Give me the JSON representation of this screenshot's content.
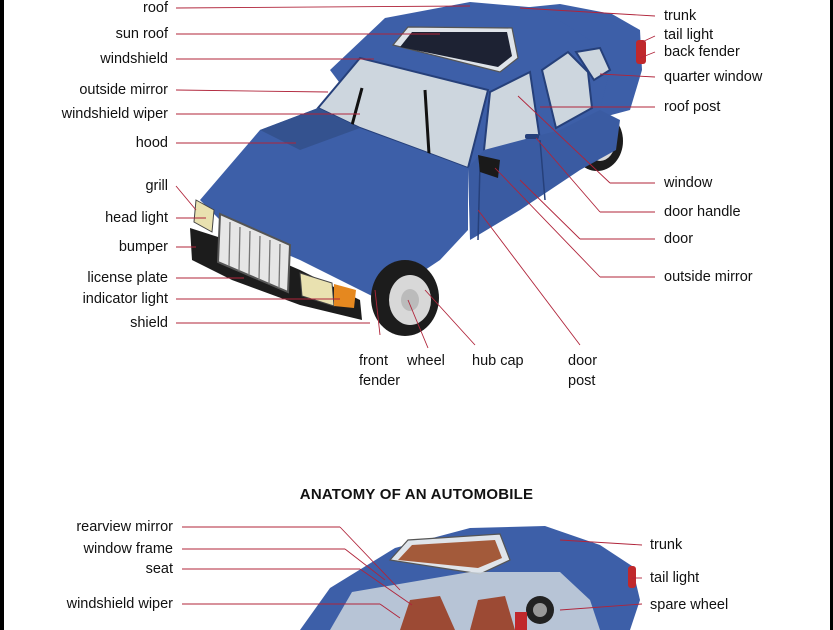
{
  "title": "ANATOMY OF AN AUTOMOBILE",
  "colors": {
    "body": "#3d5fa8",
    "body_dark": "#26407a",
    "glass": "#cdd6de",
    "leader_line": "#b0243a",
    "tire": "#1c1c1c"
  },
  "top_diagram": {
    "left_labels": {
      "roof": "roof",
      "sun_roof": "sun roof",
      "windshield": "windshield",
      "outside_mirror": "outside mirror",
      "windshield_wiper": "windshield wiper",
      "hood": "hood",
      "grill": "grill",
      "head_light": "head light",
      "bumper": "bumper",
      "license_plate": "license plate",
      "indicator_light": "indicator light",
      "shield": "shield"
    },
    "right_labels": {
      "trunk": "trunk",
      "tail_light": "tail light",
      "back_fender": "back fender",
      "quarter_window": "quarter window",
      "roof_post": "roof post",
      "window": "window",
      "door_handle": "door handle",
      "door": "door",
      "outside_mirror": "outside mirror"
    },
    "bottom_labels": {
      "front": "front",
      "fender": "fender",
      "wheel": "wheel",
      "hub_cap": "hub cap",
      "door": "door",
      "post": "post"
    }
  },
  "bottom_diagram": {
    "left_labels": {
      "rearview_mirror": "rearview mirror",
      "window_frame": "window frame",
      "seat": "seat",
      "windshield_wiper": "windshield wiper"
    },
    "right_labels": {
      "trunk": "trunk",
      "tail_light": "tail light",
      "spare_wheel": "spare wheel"
    }
  }
}
